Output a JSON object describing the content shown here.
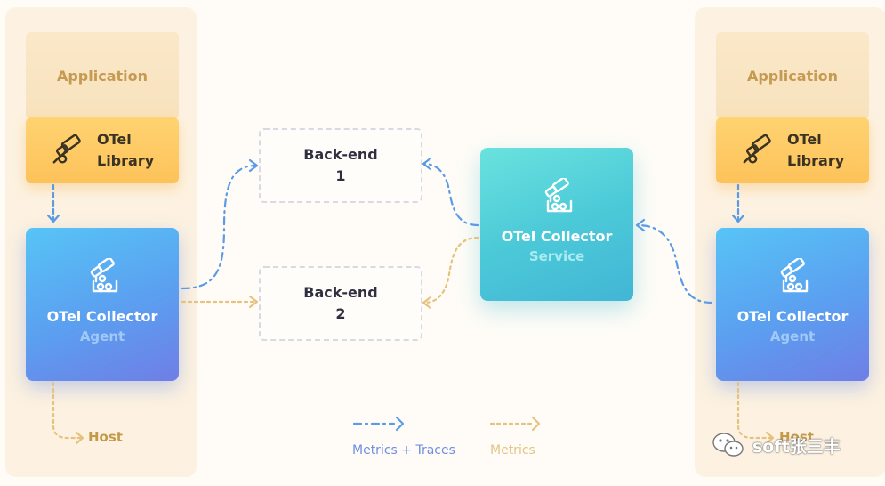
{
  "left_host": {
    "application": "Application",
    "library": [
      "OTel",
      "Library"
    ],
    "collector_title": "OTel Collector",
    "collector_role": "Agent",
    "host_label": "Host"
  },
  "right_host": {
    "application": "Application",
    "library": [
      "OTel",
      "Library"
    ],
    "collector_title": "OTel Collector",
    "collector_role": "Agent",
    "host_label": "Host"
  },
  "backends": [
    {
      "name": "Back-end",
      "number": "1"
    },
    {
      "name": "Back-end",
      "number": "2"
    }
  ],
  "service": {
    "collector_title": "OTel Collector",
    "collector_role": "Service"
  },
  "legend": {
    "metrics_traces": "Metrics + Traces",
    "metrics": "Metrics"
  },
  "watermark": "soft张三丰",
  "colors": {
    "metrics_traces": "#5b9be6",
    "metrics": "#e6c27f",
    "library": "#fdc25a",
    "agent": "#5b9ff0",
    "service": "#4ccad8"
  },
  "icons": {
    "library": "telescope-icon",
    "collector": "telescope-icon",
    "watermark": "wechat-icon"
  }
}
